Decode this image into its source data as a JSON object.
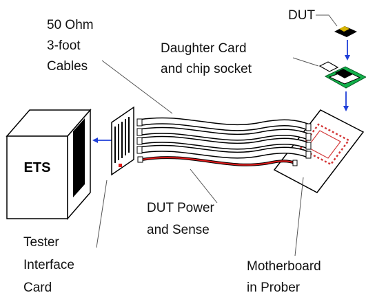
{
  "labels": {
    "dut": "DUT",
    "cables_line1": "50 Ohm",
    "cables_line2": "3-foot",
    "cables_line3": "Cables",
    "daughter_line1": "Daughter Card",
    "daughter_line2": "and chip socket",
    "ets": "ETS",
    "power_line1": "DUT Power",
    "power_line2": "and Sense",
    "tic_line1": "Tester",
    "tic_line2": "Interface",
    "tic_line3": "Card",
    "mother_line1": "Motherboard",
    "mother_line2": "in Prober"
  },
  "colors": {
    "arrow": "#1f3fd8",
    "daughter_card": "#12b04a",
    "power_cable": "#e01a1a",
    "motherboard_pads": "#d43a3a",
    "ets_screen": "#000000"
  },
  "icons": {
    "arrow": "arrow-icon"
  }
}
